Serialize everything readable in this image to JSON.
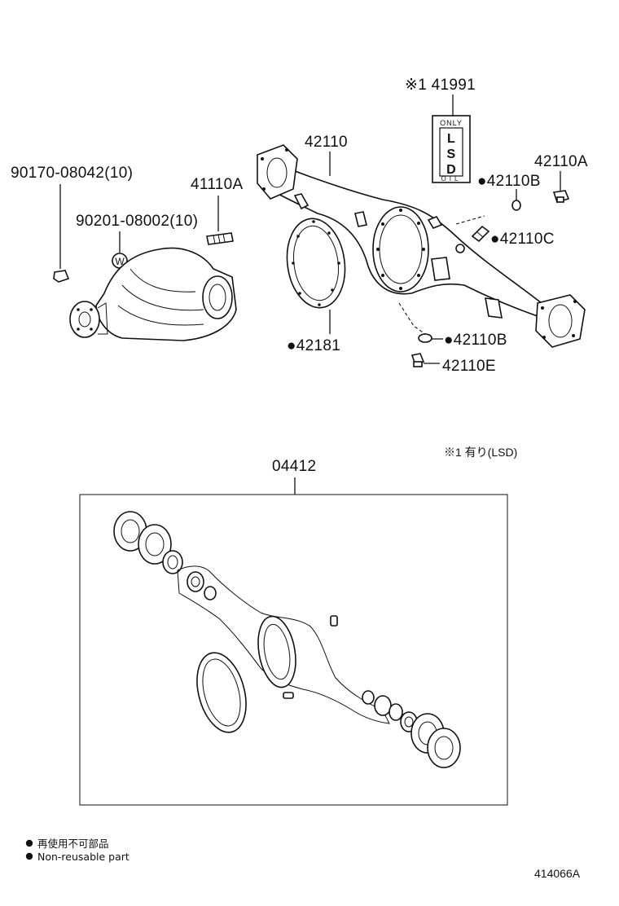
{
  "labels": {
    "p41991": "※1 41991",
    "p42110": "42110",
    "p42110a": "42110A",
    "p42110b_top": "●42110B",
    "p42110c": "●42110C",
    "p41110a": "41110A",
    "p90170": "90170-08042(10)",
    "p90201": "90201-08002(10)",
    "p42181": "●42181",
    "p42110b_bottom": "●42110B",
    "p42110e": "42110E",
    "p04412": "04412",
    "lsd_note": "※1 有り(LSD)"
  },
  "plate": {
    "line1": "ONLY",
    "letters": [
      "L",
      "S",
      "D"
    ],
    "line2": "OIL"
  },
  "washer_mark": "W",
  "legend": {
    "jp": "再使用不可部品",
    "en": "Non-reusable part"
  },
  "figure_id": "414066A"
}
